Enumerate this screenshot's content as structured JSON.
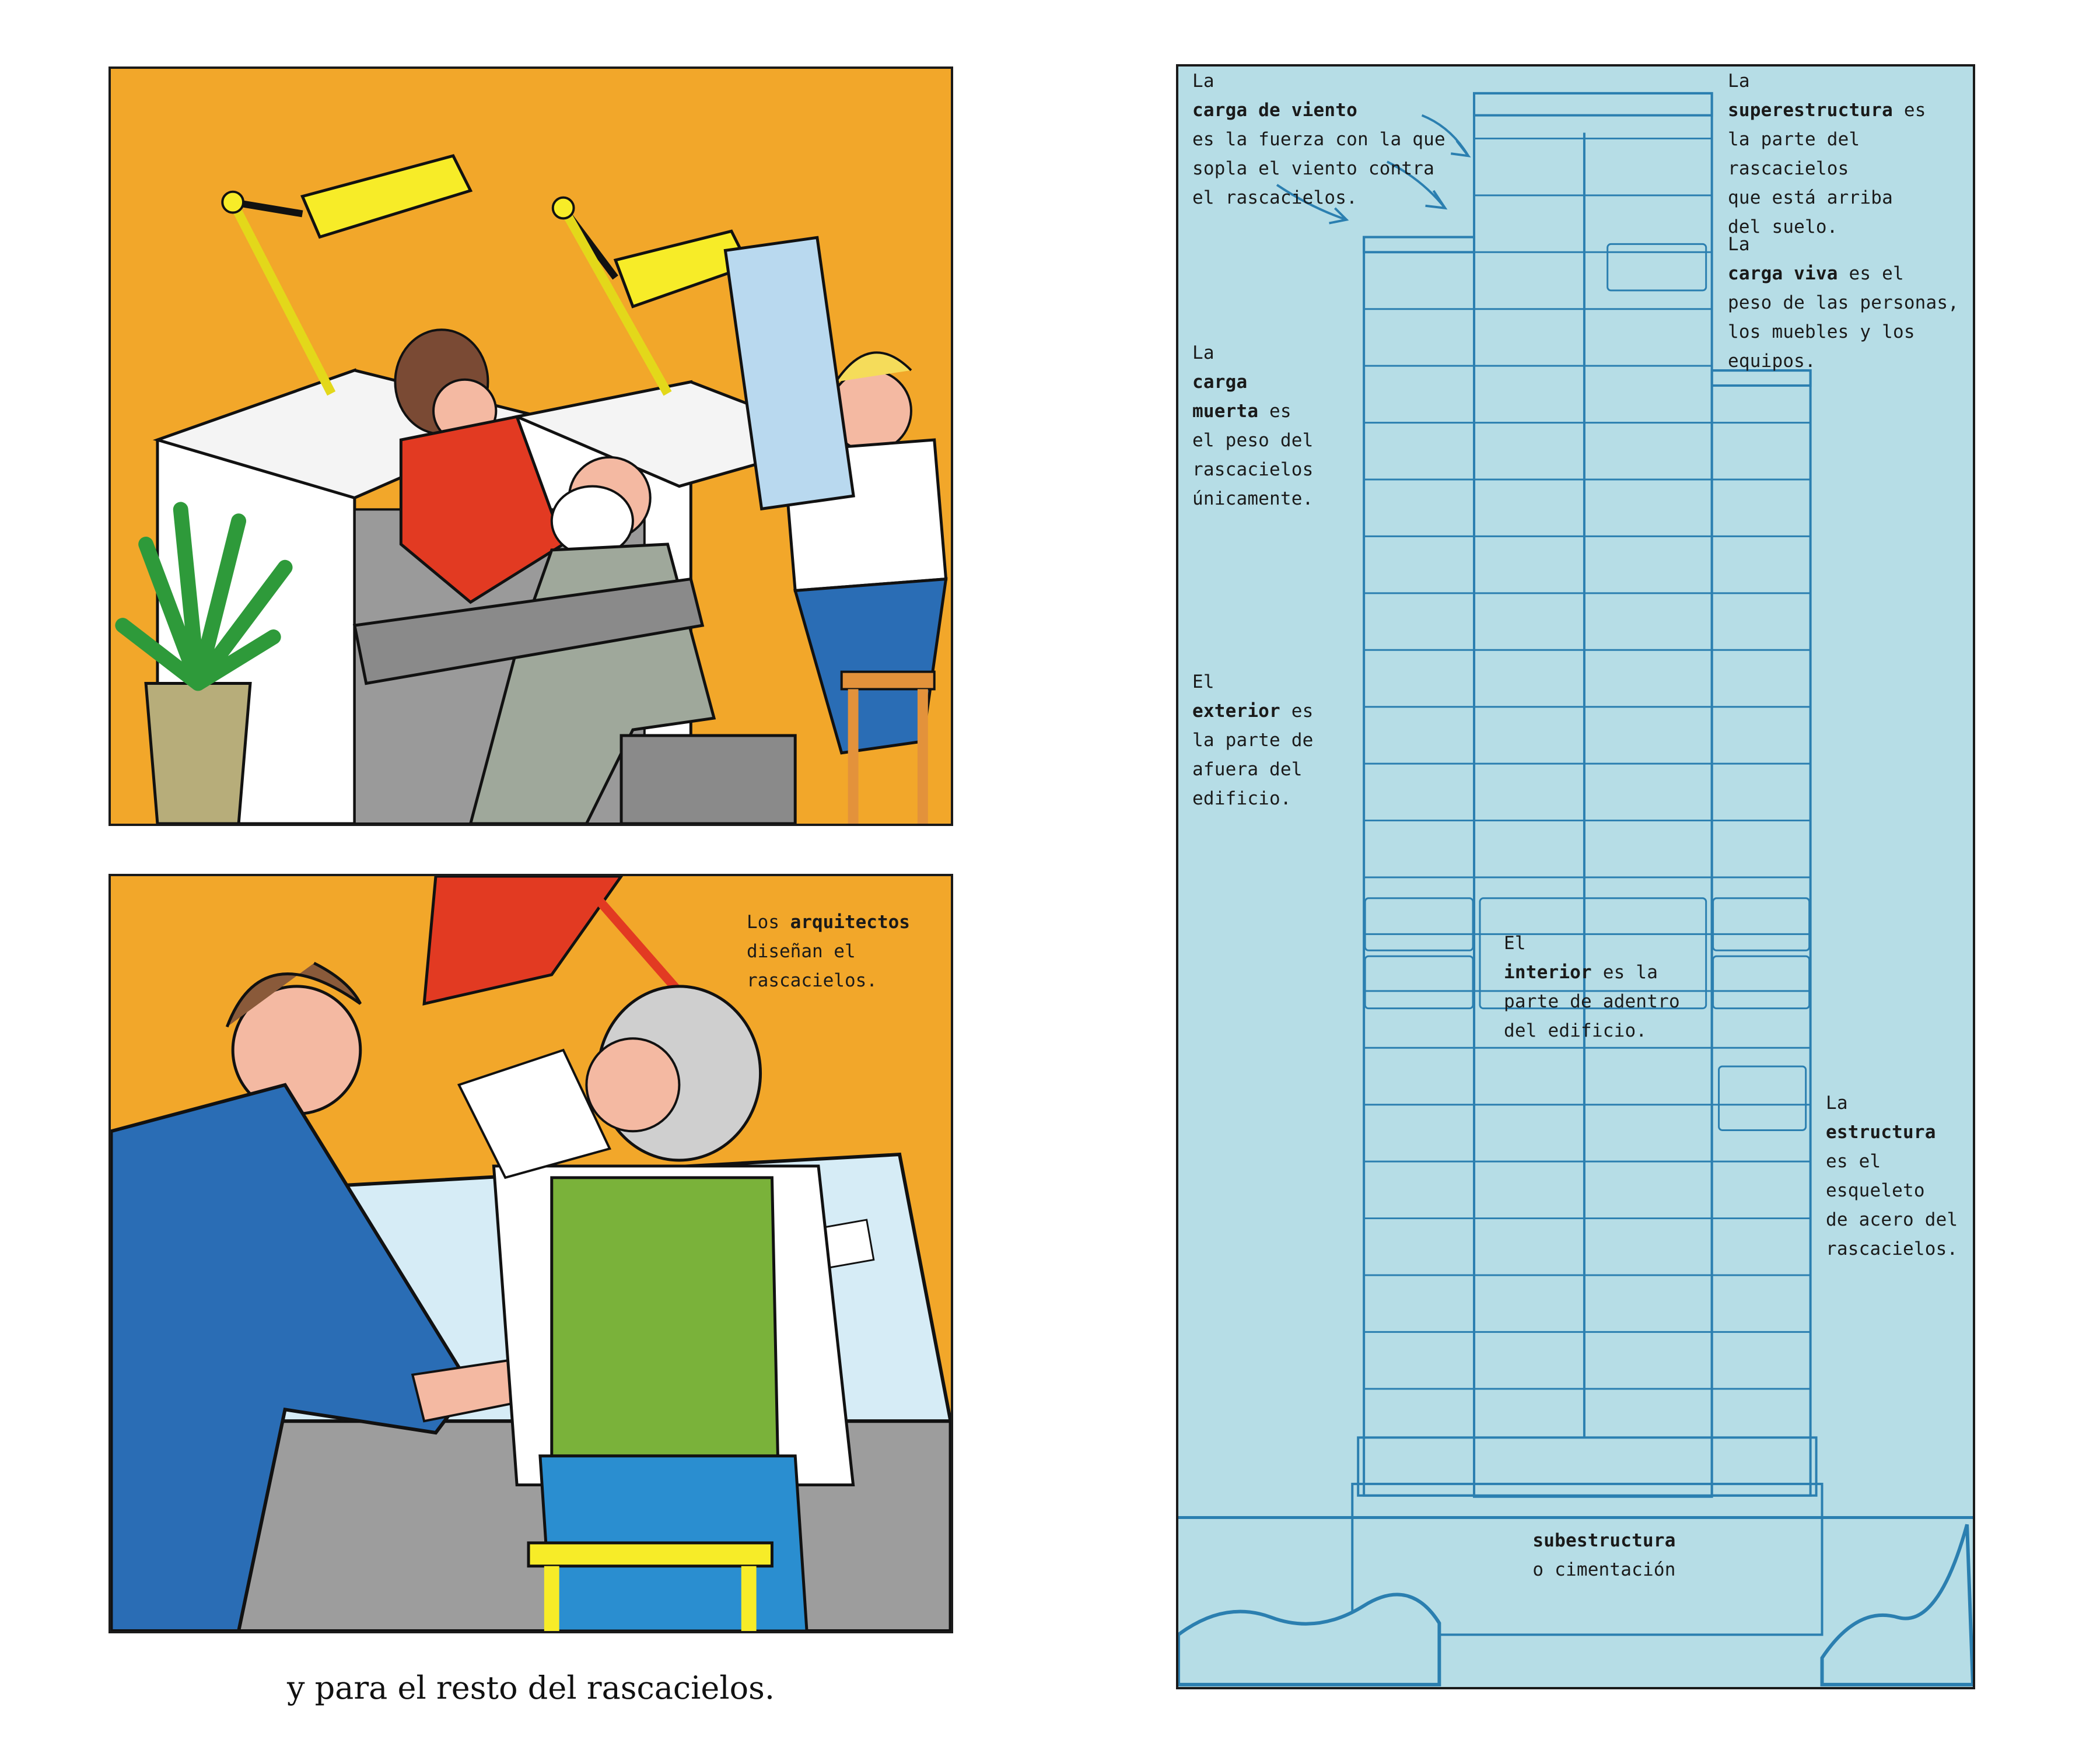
{
  "left_page": {
    "top_panel": {
      "icons": [
        "drafting-lamp-icon",
        "drafting-lamp-icon",
        "plant-icon",
        "stool-icon",
        "blueprint-roll-icon"
      ]
    },
    "bottom_panel": {
      "label": {
        "prefix": "Los ",
        "bold": "arquitectos",
        "rest": [
          "diseñan el",
          "rascacielos."
        ]
      }
    },
    "caption": "y para el resto del rascacielos."
  },
  "right_page": {
    "labels": {
      "wind_load": {
        "prefix": "La ",
        "bold": "carga de viento",
        "suffix": "",
        "lines": [
          "es la fuerza con la que",
          "sopla el viento contra",
          "el rascacielos."
        ]
      },
      "superstructure": {
        "prefix": "La ",
        "bold": "superestructura",
        "suffix": " es",
        "lines": [
          "la parte del rascacielos",
          "que está arriba",
          "del suelo."
        ]
      },
      "live_load": {
        "prefix": "La ",
        "bold": "carga viva",
        "suffix": " es el",
        "lines": [
          "peso de las personas,",
          "los muebles y los",
          "equipos."
        ]
      },
      "dead_load": {
        "prefix": "La ",
        "bold": "carga",
        "bold2": "muerta",
        "suffix": " es",
        "lines": [
          "el peso del",
          "rascacielos",
          "únicamente."
        ]
      },
      "exterior": {
        "prefix": "El ",
        "bold": "exterior",
        "suffix": " es",
        "lines": [
          "la parte de",
          "afuera del",
          "edificio."
        ]
      },
      "interior": {
        "prefix": "El ",
        "bold": "interior",
        "suffix": " es la",
        "lines": [
          "parte de adentro",
          "del edificio."
        ]
      },
      "structure": {
        "prefix": "La ",
        "bold": "estructura",
        "suffix": "",
        "lines": [
          "es el esqueleto",
          "de acero del",
          "rascacielos."
        ]
      },
      "substructure": {
        "bold": "subestructura",
        "lines": [
          "o cimentación"
        ]
      }
    },
    "colors": {
      "background": "#b6dde6",
      "lines": "#2b7fb0",
      "ground": "#2b7fb0"
    }
  }
}
